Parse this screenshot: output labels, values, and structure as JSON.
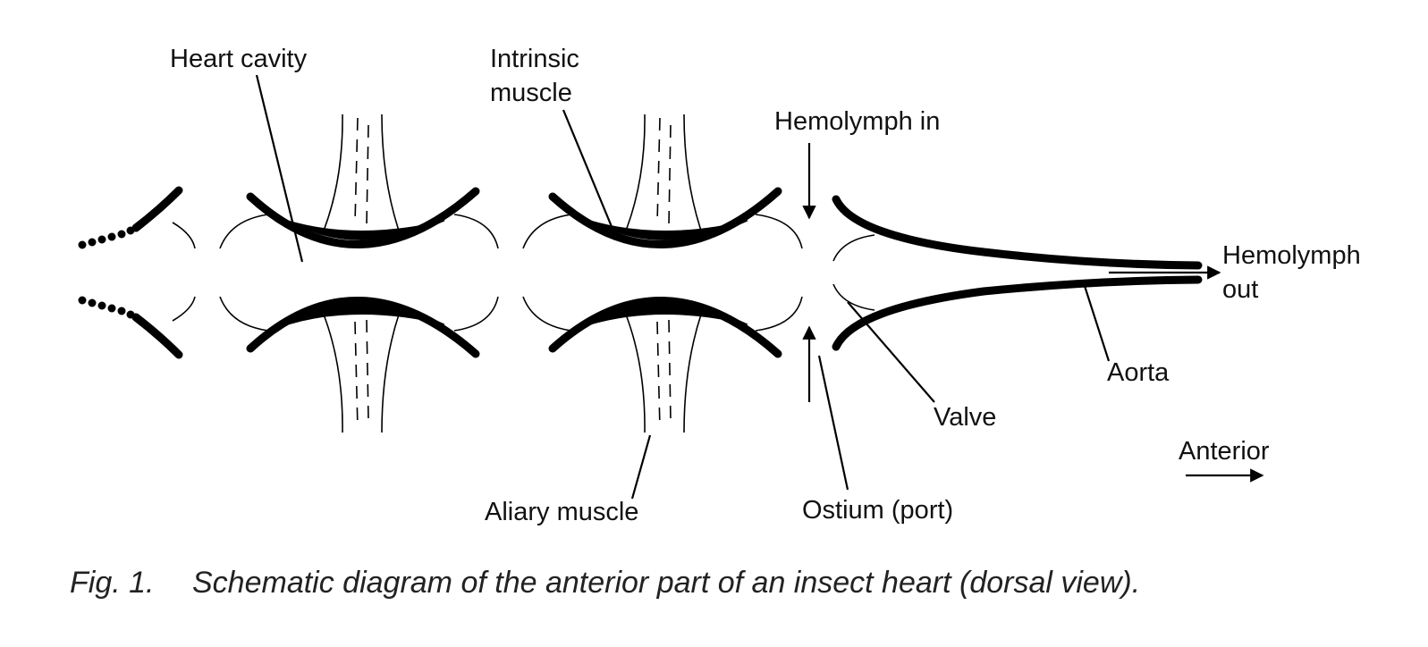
{
  "labels": {
    "heart_cavity": "Heart cavity",
    "intrinsic_muscle_1": "Intrinsic",
    "intrinsic_muscle_2": "muscle",
    "hemolymph_in": "Hemolymph in",
    "hemolymph_out_1": "Hemolymph",
    "hemolymph_out_2": "out",
    "aorta": "Aorta",
    "valve": "Valve",
    "anterior": "Anterior",
    "aliary_muscle": "Aliary muscle",
    "ostium": "Ostium (port)"
  },
  "caption": {
    "number": "Fig. 1.",
    "text": "Schematic diagram of the anterior part of an insect heart (dorsal view)."
  }
}
